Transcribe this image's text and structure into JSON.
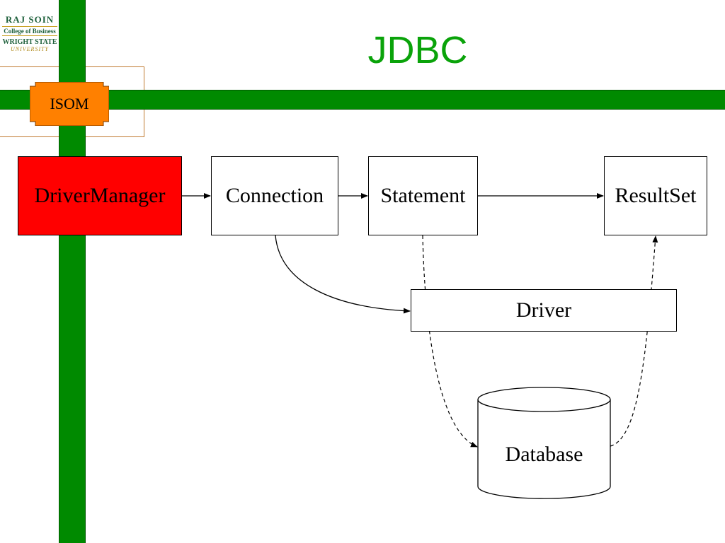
{
  "branding": {
    "line1": "RAJ SOIN",
    "line2": "College of Business",
    "line3": "WRIGHT STATE",
    "line4": "UNIVERSITY",
    "badge": "ISOM"
  },
  "title": "JDBC",
  "nodes": {
    "driver_manager": "DriverManager",
    "connection": "Connection",
    "statement": "Statement",
    "result_set": "ResultSet",
    "driver": "Driver",
    "database": "Database"
  },
  "colors": {
    "bar_green": "#008a00",
    "title_green": "#0aa30a",
    "badge_orange": "#ff8000",
    "driver_manager_red": "#ff0000"
  }
}
